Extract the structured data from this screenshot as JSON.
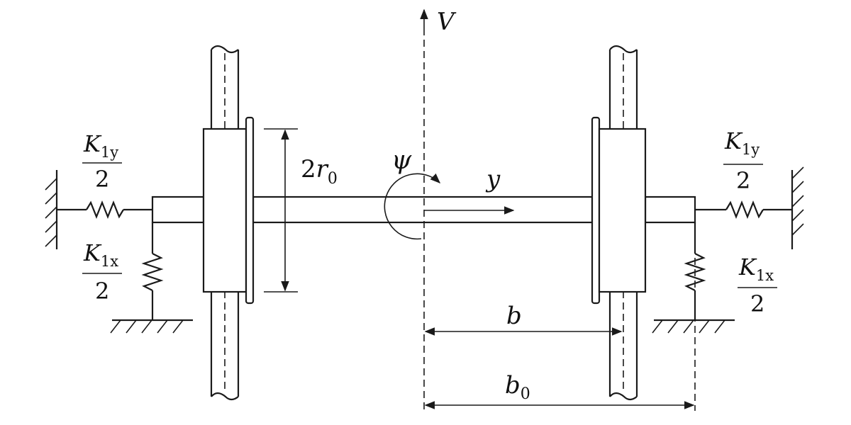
{
  "labels": {
    "v_axis": "V",
    "yaw": "ψ",
    "y_axis": "y",
    "radius": {
      "coef": "2",
      "sym": "r",
      "sub": "0"
    },
    "b": "b",
    "b0": {
      "sym": "b",
      "sub": "0"
    },
    "k1y_left": {
      "sym": "K",
      "sub": "1y",
      "den": "2"
    },
    "k1x_left": {
      "sym": "K",
      "sub": "1x",
      "den": "2"
    },
    "k1y_right": {
      "sym": "K",
      "sub": "1y",
      "den": "2"
    },
    "k1x_right": {
      "sym": "K",
      "sub": "1x",
      "den": "2"
    }
  }
}
